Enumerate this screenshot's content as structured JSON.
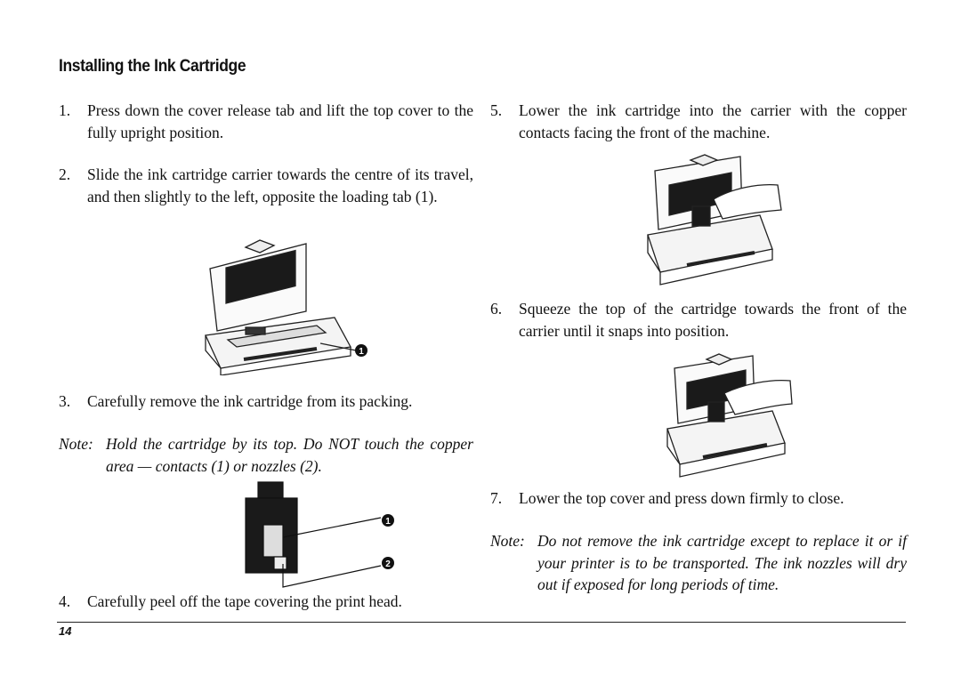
{
  "page": {
    "title": "Installing the Ink Cartridge",
    "page_number": "14"
  },
  "steps": [
    {
      "num": "1.",
      "text": "Press down the cover release tab and lift the top cover to the fully upright position."
    },
    {
      "num": "2.",
      "text": "Slide the ink cartridge carrier towards the centre of its travel, and then slightly to the left, opposite the loading tab (1)."
    },
    {
      "num": "3.",
      "text": "Carefully remove the ink cartridge from its packing."
    },
    {
      "num": "4.",
      "text": "Carefully peel off the tape covering the print head."
    },
    {
      "num": "5.",
      "text": "Lower the ink cartridge into the carrier with the copper contacts facing the front of the machine."
    },
    {
      "num": "6.",
      "text": "Squeeze the top of the cartridge towards the front of the carrier until it snaps into position."
    },
    {
      "num": "7.",
      "text": "Lower the top cover and press down firmly to close."
    }
  ],
  "notes": [
    {
      "label": "Note:",
      "text": "Hold the cartridge by its top. Do NOT touch the copper area — contacts (1) or nozzles (2)."
    },
    {
      "label": "Note:",
      "text": "Do not remove the ink cartridge except to replace it or if your printer is to be transported. The ink nozzles will dry out if exposed for long periods of time."
    }
  ],
  "callouts": {
    "printer_tab": "1",
    "cartridge_contacts": "1",
    "cartridge_nozzles": "2"
  },
  "icons": [
    "printer-open-illustration",
    "ink-cartridge-illustration",
    "hand-inserting-cartridge-illustration",
    "hand-squeezing-cartridge-illustration"
  ]
}
